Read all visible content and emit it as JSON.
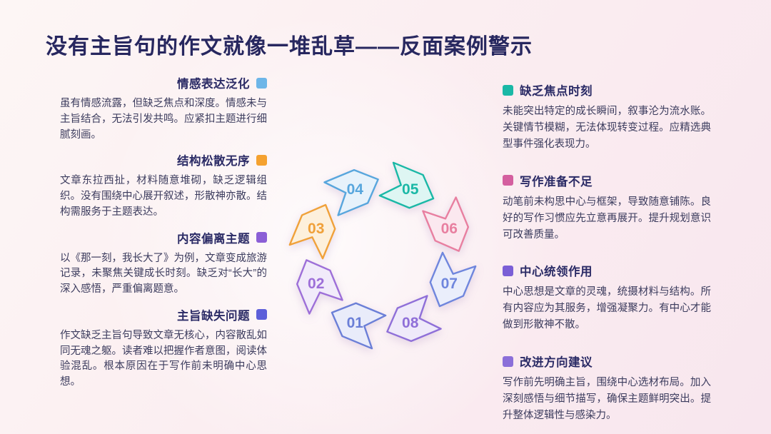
{
  "slide": {
    "title": "没有主旨句的作文就像一堆乱草——反面案例警示"
  },
  "left_items": [
    {
      "title": "情感表达泛化",
      "color": "#6db6e8",
      "body": "虽有情感流露，但缺乏焦点和深度。情感未与主旨结合，无法引发共鸣。应紧扣主题进行细腻刻画。"
    },
    {
      "title": "结构松散无序",
      "color": "#f5a230",
      "body": "文章东拉西扯，材料随意堆砌，缺乏逻辑组织。没有围绕中心展开叙述，形散神亦散。结构需服务于主题表达。"
    },
    {
      "title": "内容偏离主题",
      "color": "#8b5fd6",
      "body": "以《那一刻，我长大了》为例，文章变成旅游记录，未聚焦关键成长时刻。缺乏对“长大”的深入感悟，严重偏离题意。"
    },
    {
      "title": "主旨缺失问题",
      "color": "#5d5fd9",
      "body": "作文缺乏主旨句导致文章无核心，内容散乱如同无魂之躯。读者难以把握作者意图，阅读体验混乱。根本原因在于写作前未明确中心思想。"
    }
  ],
  "right_items": [
    {
      "title": "缺乏焦点时刻",
      "color": "#1ab8a6",
      "body": "未能突出特定的成长瞬间，叙事沦为流水账。关键情节模糊，无法体现转变过程。应精选典型事件强化表现力。"
    },
    {
      "title": "写作准备不足",
      "color": "#d45f9f",
      "body": "动笔前未构思中心与框架，导致随意铺陈。良好的写作习惯应先立意再展开。提升规划意识可改善质量。"
    },
    {
      "title": "中心统领作用",
      "color": "#7b5fd6",
      "body": "中心思想是文章的灵魂，统摄材料与结构。所有内容应为其服务，增强凝聚力。有中心才能做到形散神不散。"
    },
    {
      "title": "改进方向建议",
      "color": "#8b6fd9",
      "body": "写作前先明确主旨，围绕中心选材布局。加入深刻感悟与细节描写，确保主题鲜明突出。提升整体逻辑性与感染力。"
    }
  ],
  "ring": {
    "segments": [
      {
        "label": "01",
        "color": "#6b7fd7",
        "fill": "#e9ecfa"
      },
      {
        "label": "02",
        "color": "#9d6fd8",
        "fill": "#f1ebfa"
      },
      {
        "label": "03",
        "color": "#f0a13a",
        "fill": "#fdf0dc"
      },
      {
        "label": "04",
        "color": "#58a6dd",
        "fill": "#e7f2fb"
      },
      {
        "label": "05",
        "color": "#1ab8a6",
        "fill": "#def6f3"
      },
      {
        "label": "06",
        "color": "#e87fa0",
        "fill": "#fbe8ef"
      },
      {
        "label": "07",
        "color": "#6f86dd",
        "fill": "#eaeefb"
      },
      {
        "label": "08",
        "color": "#8f6fd8",
        "fill": "#efeafa"
      }
    ]
  }
}
